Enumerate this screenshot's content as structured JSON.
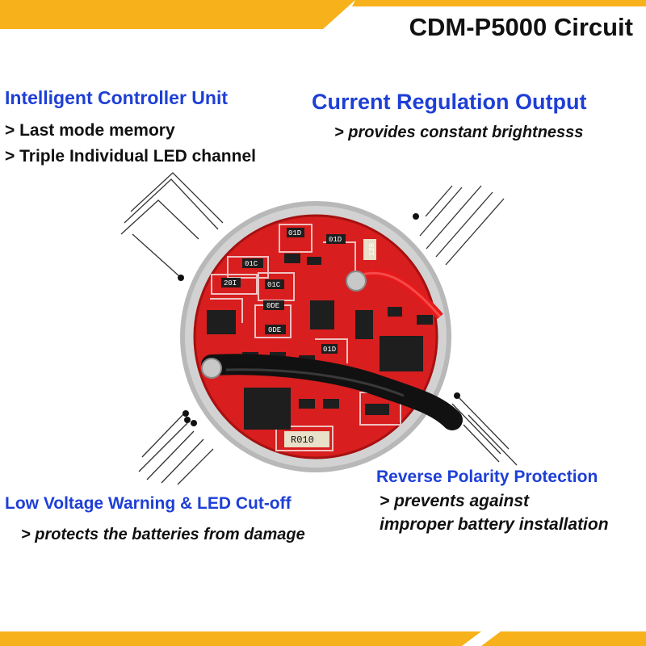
{
  "title": "CDM-P5000 Circuit",
  "colors": {
    "accent_orange": "#f7b21b",
    "heading_blue": "#1e3fd6",
    "text_dark": "#111111",
    "pcb_red": "#d81e1e",
    "ring_silver": "#c9c9c9"
  },
  "features": {
    "controller": {
      "heading": "Intelligent Controller Unit",
      "lines": [
        "> Last mode memory",
        "> Triple Individual LED channel"
      ]
    },
    "regulation": {
      "heading": "Current Regulation Output",
      "lines": [
        "> provides constant brightnesss"
      ]
    },
    "low_voltage": {
      "heading": "Low Voltage Warning & LED Cut-off",
      "lines": [
        "> protects the batteries from damage"
      ]
    },
    "reverse_polarity": {
      "heading": "Reverse Polarity Protection",
      "lines": [
        "> prevents against",
        "improper battery installation"
      ]
    }
  },
  "component_labels": [
    "01D",
    "01C",
    "20I",
    "01C",
    "0DE",
    "0DE",
    "01D",
    "01D",
    "120",
    "R010"
  ]
}
